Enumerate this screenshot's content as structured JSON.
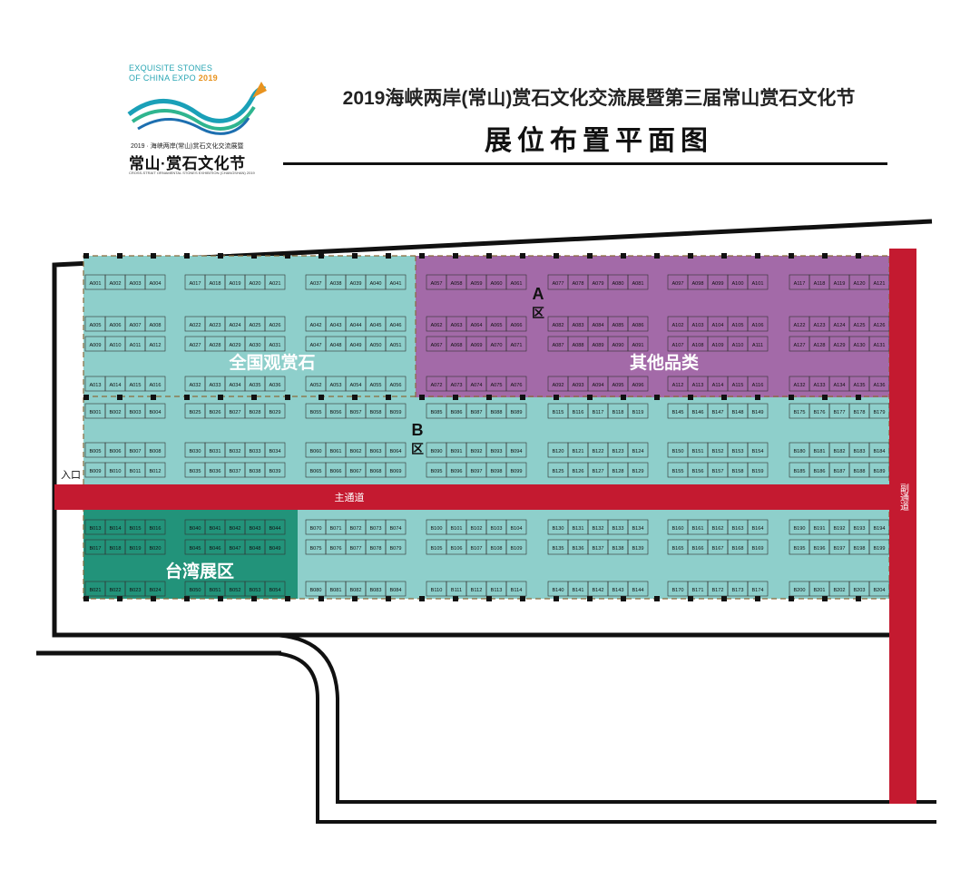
{
  "header": {
    "logo_en_line1": "EXQUISITE STONES",
    "logo_en_line2": "OF CHINA EXPO",
    "logo_year": "2019",
    "logo_sub": "2019 · 海峡两岸(常山)赏石文化交流展暨",
    "logo_big": "常山·赏石文化节",
    "logo_tiny": "CROSS-STRAIT ORNAMENTAL STONES EXHIBITION (CHANGSHAN) 2019",
    "title": "2019海峡两岸(常山)赏石文化交流展暨第三届常山赏石文化节",
    "subtitle": "展位布置平面图"
  },
  "zones": {
    "national": "全国观赏石",
    "other": "其他品类",
    "taiwan": "台湾展区",
    "zone_a_letter": "A",
    "zone_a_qu": "区",
    "zone_b_letter": "B",
    "zone_b_qu": "区"
  },
  "labels": {
    "entrance": "入口",
    "main_aisle": "主通道",
    "side_aisle": "副通道"
  },
  "colors": {
    "teal": "#8ecfcb",
    "purple": "#a36aa8",
    "taiwan_green": "#22937a",
    "aisle_red": "#c41a30"
  },
  "booth_groups": [
    {
      "letter": "A",
      "start": 1,
      "rows": [
        {
          "slots": [
            0,
            1,
            2,
            3
          ]
        },
        {
          "slots": [
            0,
            1,
            2,
            3
          ]
        },
        {
          "slots": [
            0,
            1,
            2,
            3
          ]
        },
        {
          "slots": [
            0,
            1,
            2,
            3
          ]
        }
      ]
    },
    {
      "letter": "A",
      "start": 17,
      "rows": [
        {
          "slots": [
            0,
            1,
            2,
            3,
            4
          ]
        },
        {
          "slots": [
            0,
            1,
            2,
            3,
            4
          ]
        },
        {
          "slots": [
            0,
            1,
            2,
            3,
            4
          ]
        },
        {
          "slots": [
            0,
            1,
            2,
            3,
            4
          ]
        }
      ]
    },
    {
      "letter": "A",
      "start": 37,
      "rows": [
        {
          "slots": [
            0,
            1,
            2,
            3,
            4
          ]
        },
        {
          "slots": [
            0,
            1,
            2,
            3,
            4
          ]
        },
        {
          "slots": [
            0,
            1,
            2,
            3,
            4
          ]
        },
        {
          "slots": [
            0,
            1,
            2,
            3,
            4
          ]
        }
      ]
    },
    {
      "letter": "A",
      "start": 57,
      "rows": [
        {
          "slots": [
            0,
            1,
            2,
            3,
            4
          ]
        },
        {
          "slots": [
            0,
            1,
            2,
            3,
            4
          ]
        },
        {
          "slots": [
            0,
            1,
            2,
            3,
            4
          ]
        },
        {
          "slots": [
            0,
            1,
            2,
            3,
            4
          ]
        }
      ]
    },
    {
      "letter": "A",
      "start": 77,
      "rows": [
        {
          "slots": [
            0,
            1,
            2,
            3,
            4
          ]
        },
        {
          "slots": [
            0,
            1,
            2,
            3,
            4
          ]
        },
        {
          "slots": [
            0,
            1,
            2,
            3,
            4
          ]
        },
        {
          "slots": [
            0,
            1,
            2,
            3,
            4
          ]
        }
      ]
    },
    {
      "letter": "A",
      "start": 97,
      "rows": [
        {
          "slots": [
            0,
            1,
            2,
            3,
            4
          ]
        },
        {
          "slots": [
            0,
            1,
            2,
            3,
            4
          ]
        },
        {
          "slots": [
            0,
            1,
            2,
            3,
            4
          ]
        },
        {
          "slots": [
            0,
            1,
            2,
            3,
            4
          ]
        }
      ]
    },
    {
      "letter": "A",
      "start": 117,
      "rows": [
        {
          "slots": [
            0,
            1,
            2,
            3,
            4
          ]
        },
        {
          "slots": [
            0,
            1,
            2,
            3,
            4
          ]
        },
        {
          "slots": [
            0,
            1,
            2,
            3,
            4
          ]
        },
        {
          "slots": [
            0,
            1,
            2,
            3,
            4
          ]
        }
      ]
    },
    {
      "letter": "B",
      "start": 1,
      "rows": [
        {
          "slots": [
            0,
            1,
            2,
            3
          ]
        },
        {
          "slots": [
            0,
            1,
            2,
            3
          ]
        },
        {
          "slots": [
            0,
            1,
            2,
            3
          ]
        }
      ]
    },
    {
      "letter": "B",
      "start": 25,
      "rows": [
        {
          "slots": [
            0,
            1,
            2,
            3,
            4
          ]
        },
        {
          "slots": [
            0,
            1,
            2,
            3,
            4
          ]
        },
        {
          "slots": [
            0,
            1,
            2,
            3,
            4
          ]
        }
      ]
    },
    {
      "letter": "B",
      "start": 55,
      "rows": [
        {
          "slots": [
            0,
            1,
            2,
            3,
            4
          ]
        },
        {
          "slots": [
            0,
            1,
            2,
            3,
            4
          ]
        },
        {
          "slots": [
            0,
            1,
            2,
            3,
            4
          ]
        }
      ]
    },
    {
      "letter": "B",
      "start": 85,
      "rows": [
        {
          "slots": [
            0,
            1,
            2,
            3,
            4
          ]
        },
        {
          "slots": [
            0,
            1,
            2,
            3,
            4
          ]
        },
        {
          "slots": [
            0,
            1,
            2,
            3,
            4
          ]
        }
      ]
    },
    {
      "letter": "B",
      "start": 115,
      "rows": [
        {
          "slots": [
            0,
            1,
            2,
            3,
            4
          ]
        },
        {
          "slots": [
            0,
            1,
            2,
            3,
            4
          ]
        },
        {
          "slots": [
            0,
            1,
            2,
            3,
            4
          ]
        }
      ]
    },
    {
      "letter": "B",
      "start": 145,
      "rows": [
        {
          "slots": [
            0,
            1,
            2,
            3,
            4
          ]
        },
        {
          "slots": [
            0,
            1,
            2,
            3,
            4
          ]
        },
        {
          "slots": [
            0,
            1,
            2,
            3,
            4
          ]
        }
      ]
    },
    {
      "letter": "B",
      "start": 175,
      "rows": [
        {
          "slots": [
            0,
            1,
            2,
            3,
            4
          ]
        },
        {
          "slots": [
            0,
            1,
            2,
            3,
            4
          ]
        },
        {
          "slots": [
            0,
            1,
            2,
            3,
            4
          ]
        }
      ]
    },
    {
      "letter": "B",
      "start": 13,
      "rows": [
        {
          "slots": [
            0,
            1,
            2,
            3
          ]
        },
        {
          "slots": [
            0,
            1,
            2,
            3
          ]
        },
        {
          "slots": [
            0,
            1,
            2,
            3
          ]
        }
      ]
    },
    {
      "letter": "B",
      "start": 40,
      "rows": [
        {
          "slots": [
            0,
            1,
            2,
            3,
            4
          ]
        },
        {
          "slots": [
            0,
            1,
            2,
            3,
            4
          ]
        },
        {
          "slots": [
            0,
            1,
            2,
            3,
            4
          ]
        }
      ]
    },
    {
      "letter": "B",
      "start": 70,
      "rows": [
        {
          "slots": [
            0,
            1,
            2,
            3,
            4
          ]
        },
        {
          "slots": [
            0,
            1,
            2,
            3,
            4
          ]
        },
        {
          "slots": [
            0,
            1,
            2,
            3,
            4
          ]
        }
      ]
    },
    {
      "letter": "B",
      "start": 100,
      "rows": [
        {
          "slots": [
            0,
            1,
            2,
            3,
            4
          ]
        },
        {
          "slots": [
            0,
            1,
            2,
            3,
            4
          ]
        },
        {
          "slots": [
            0,
            1,
            2,
            3,
            4
          ]
        }
      ]
    },
    {
      "letter": "B",
      "start": 130,
      "rows": [
        {
          "slots": [
            0,
            1,
            2,
            3,
            4
          ]
        },
        {
          "slots": [
            0,
            1,
            2,
            3,
            4
          ]
        },
        {
          "slots": [
            0,
            1,
            2,
            3,
            4
          ]
        }
      ]
    },
    {
      "letter": "B",
      "start": 160,
      "rows": [
        {
          "slots": [
            0,
            1,
            2,
            3,
            4
          ]
        },
        {
          "slots": [
            0,
            1,
            2,
            3,
            4
          ]
        },
        {
          "slots": [
            0,
            1,
            2,
            3,
            4
          ]
        }
      ]
    },
    {
      "letter": "B",
      "start": 190,
      "rows": [
        {
          "slots": [
            0,
            1,
            2,
            3,
            4
          ]
        },
        {
          "slots": [
            0,
            1,
            2,
            3,
            4
          ]
        },
        {
          "slots": [
            0,
            1,
            2,
            3,
            4
          ]
        }
      ]
    }
  ]
}
